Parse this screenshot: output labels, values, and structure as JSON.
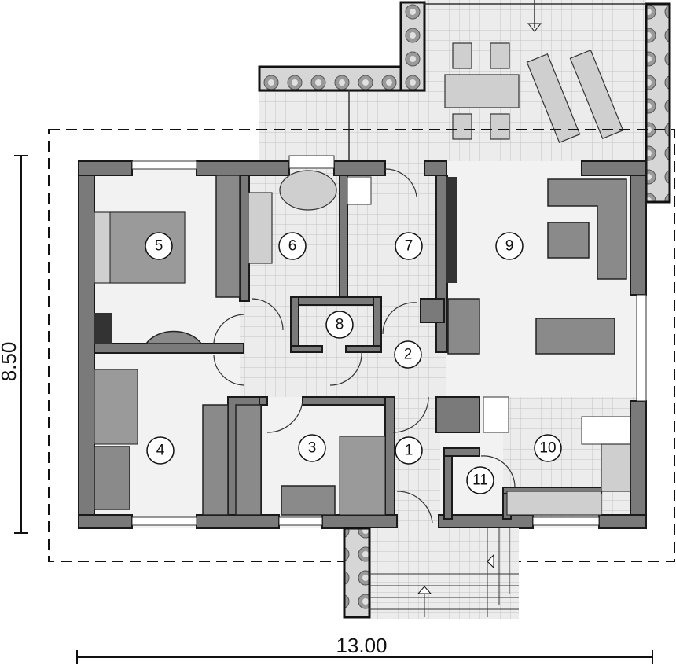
{
  "plan": {
    "rooms": [
      {
        "number": "1"
      },
      {
        "number": "2"
      },
      {
        "number": "3"
      },
      {
        "number": "4"
      },
      {
        "number": "5"
      },
      {
        "number": "6"
      },
      {
        "number": "7"
      },
      {
        "number": "8"
      },
      {
        "number": "9"
      },
      {
        "number": "10"
      },
      {
        "number": "11"
      }
    ],
    "dimensions": {
      "width": "13.00",
      "depth": "8.50"
    },
    "colors": {
      "wall": "#7a7a7a",
      "floor": "#f2f2f2",
      "tile": "#dcdcdc"
    }
  }
}
